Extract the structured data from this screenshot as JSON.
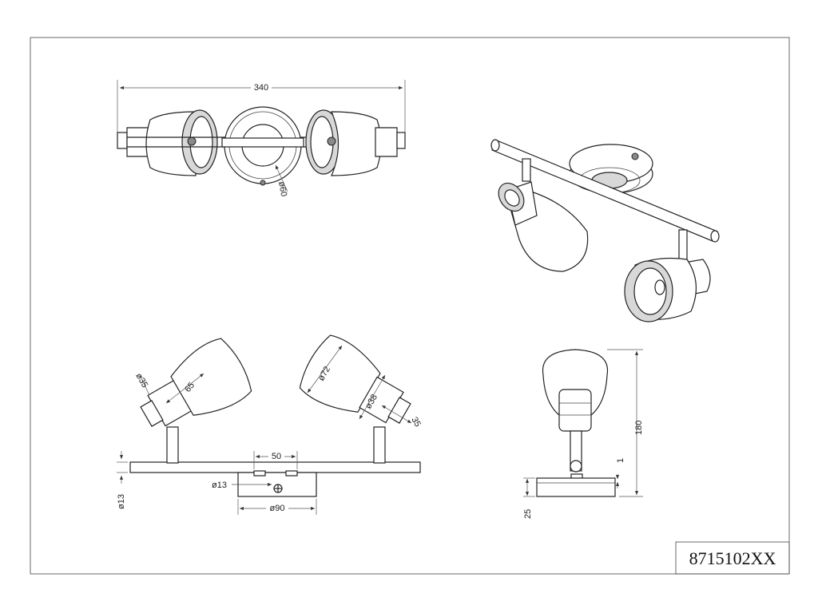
{
  "product_code": "8715102XX",
  "top_view": {
    "dim_length": "340",
    "dim_canopy": "ø60"
  },
  "front_view": {
    "dim_spot_left_dia": "ø35",
    "dim_spot_left_len": "65",
    "dim_shade_dia": "ø72",
    "dim_socket_dia": "ø38",
    "dim_socket_len": "35",
    "dim_spacing": "50",
    "dim_bar": "ø13",
    "dim_base_hole": "ø13",
    "dim_base": "ø90"
  },
  "side_view": {
    "dim_height": "180",
    "dim_gap": "1",
    "dim_base_height": "25"
  }
}
